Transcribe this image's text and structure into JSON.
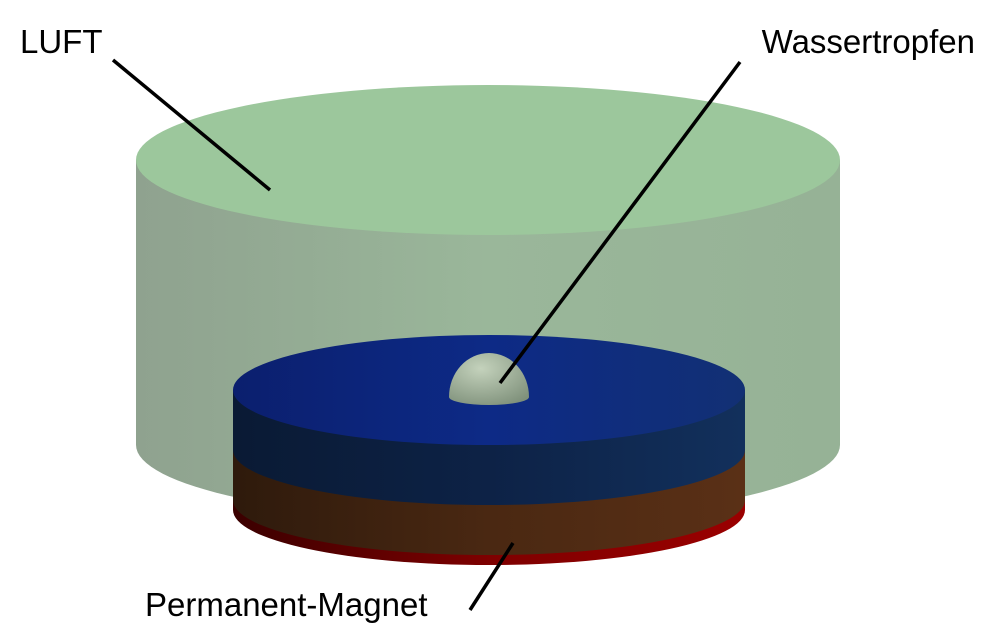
{
  "labels": {
    "air": "LUFT",
    "droplet": "Wassertropfen",
    "magnet": "Permanent-Magnet"
  },
  "colors": {
    "air_top": "#9cc79c",
    "air_side": "#93ad93",
    "magnet_top": "#0e2a7e",
    "magnet_side": "#0c2248",
    "middle_layer": "#4a2812",
    "bottom_layer": "#8a0000",
    "droplet": "#a6b79e"
  }
}
